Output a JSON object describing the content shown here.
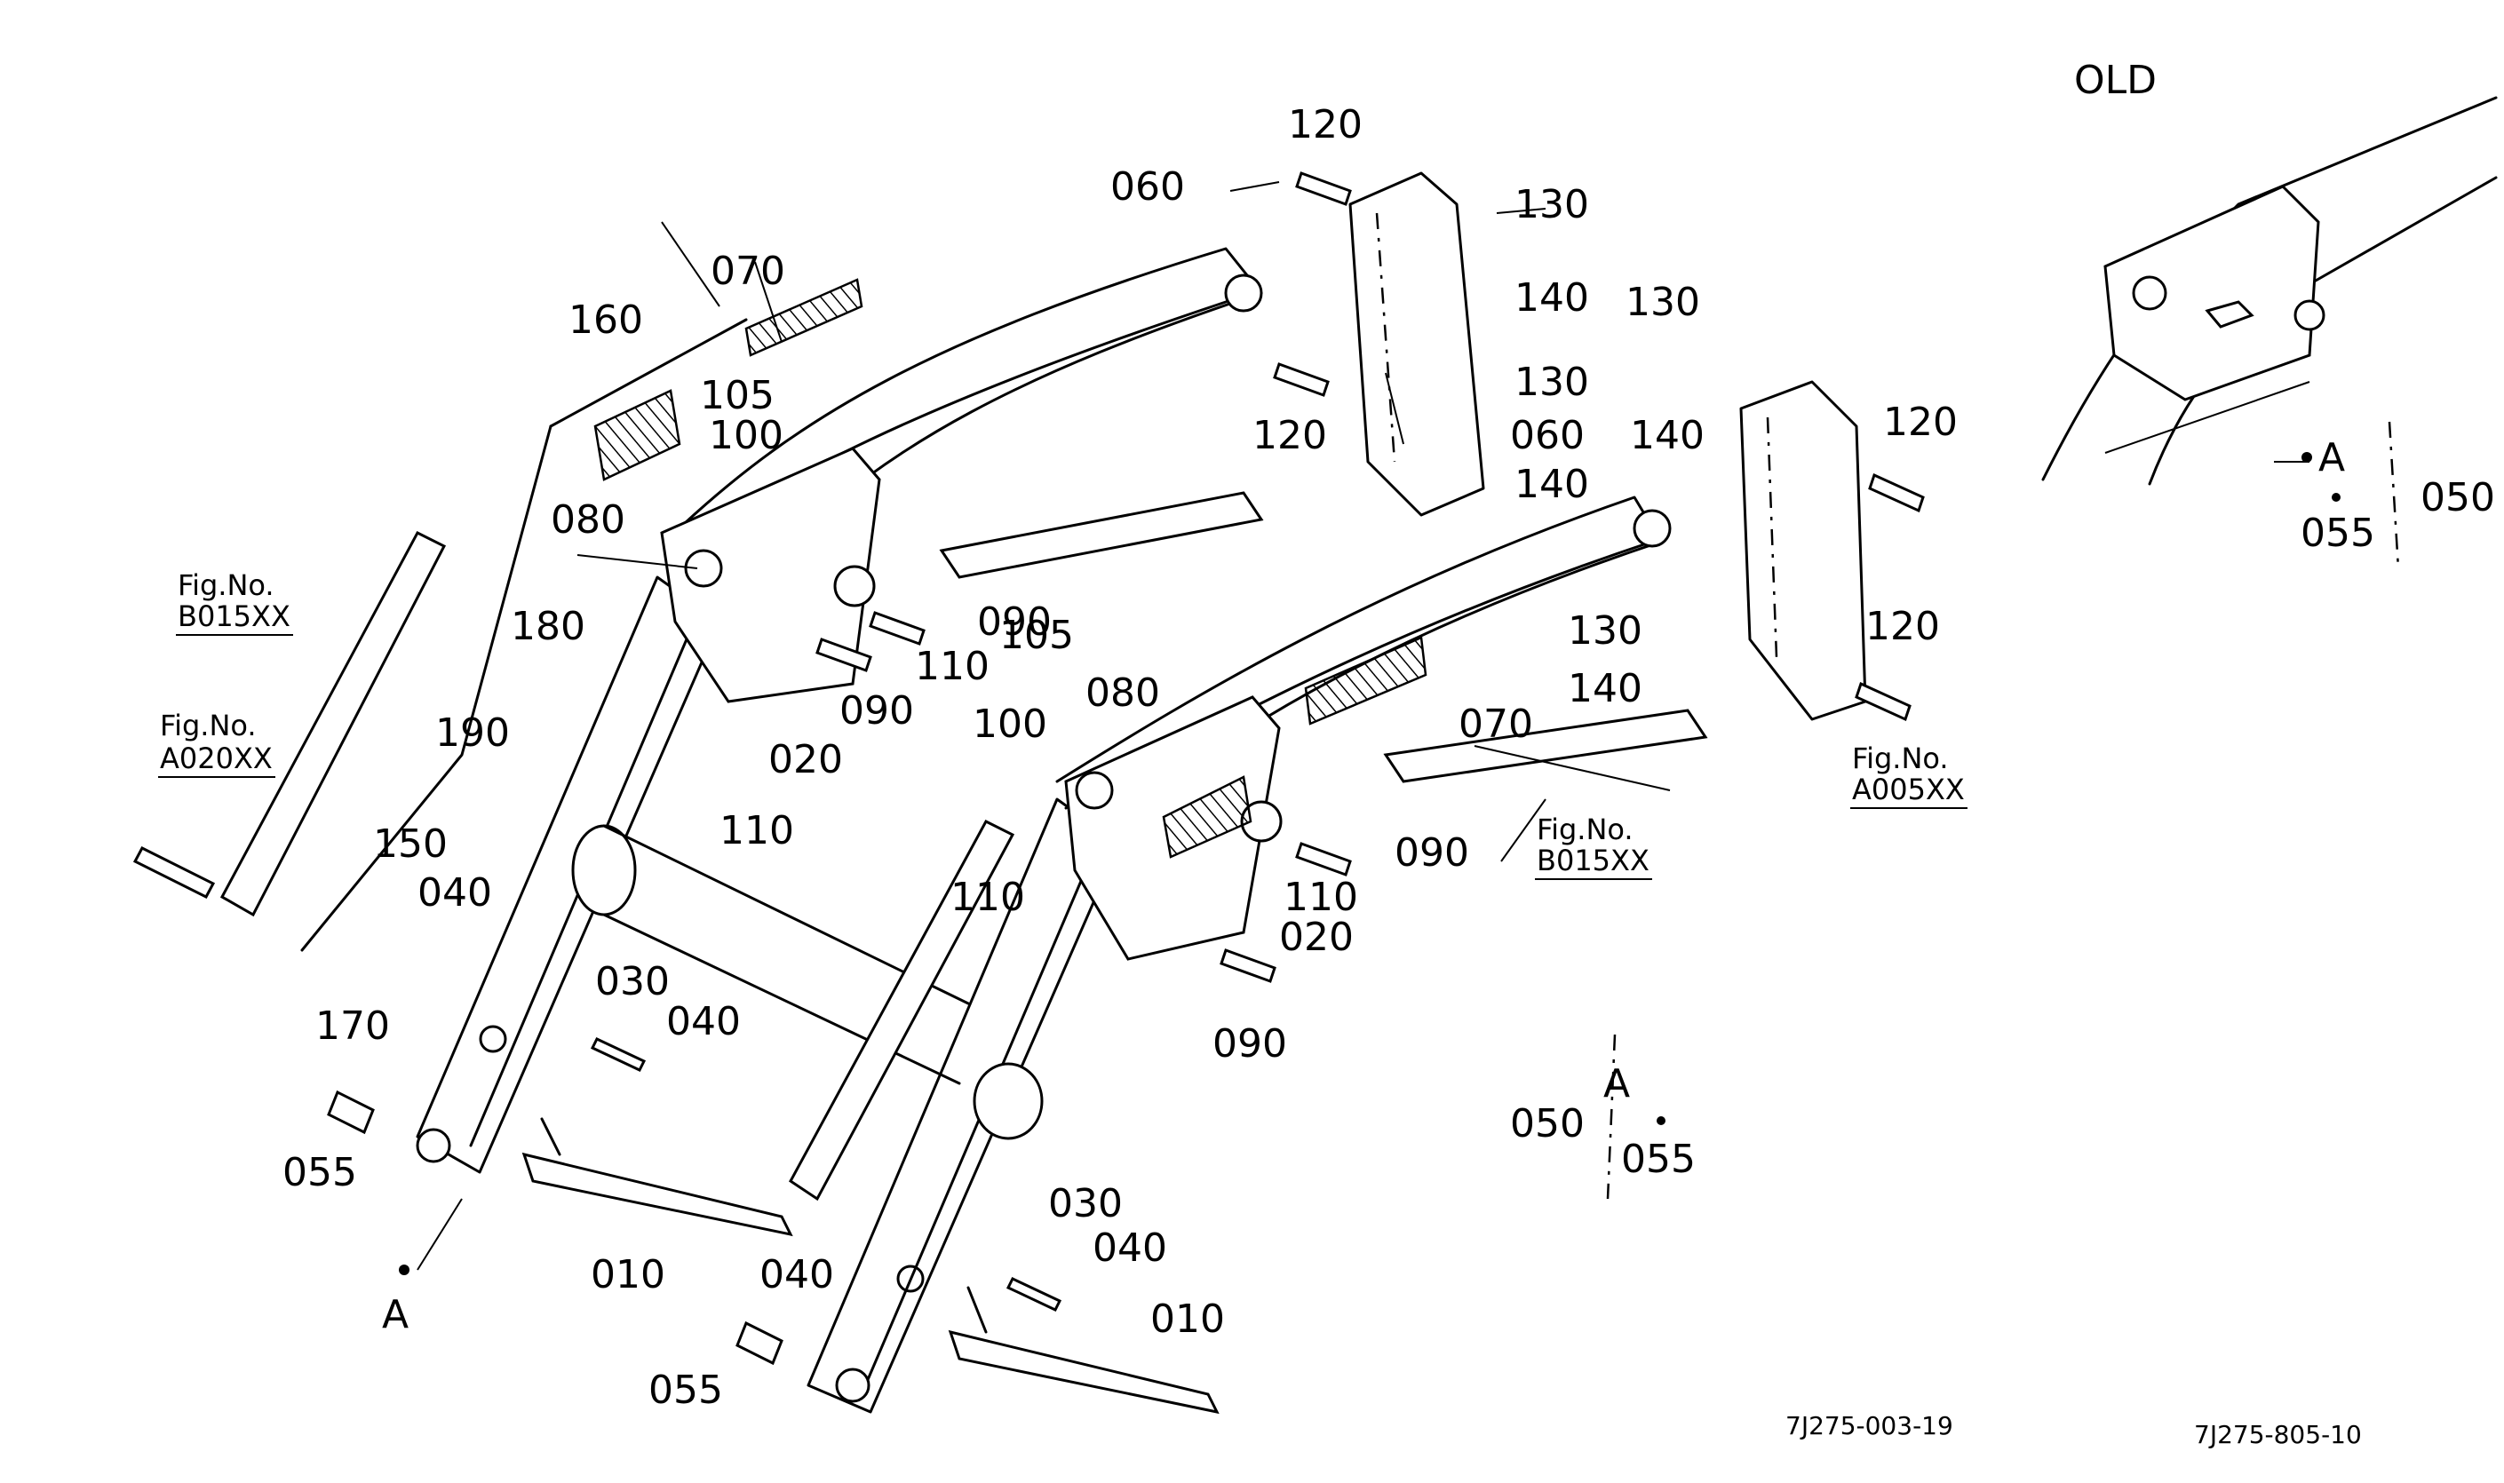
{
  "labels": {
    "p010": "010",
    "p020": "020",
    "p030": "030",
    "p040": "040",
    "p050": "050",
    "p055": "055",
    "p060": "060",
    "p070": "070",
    "p080": "080",
    "p090": "090",
    "p100": "100",
    "p105": "105",
    "p110": "110",
    "p120": "120",
    "p130": "130",
    "p140": "140",
    "p150": "150",
    "p160": "160",
    "p170": "170",
    "p180": "180",
    "p190": "190",
    "point_a": "A",
    "old": "OLD"
  },
  "refs": {
    "fig_prefix": "Fig.No.",
    "b015xx": "B015XX",
    "a020xx": "A020XX",
    "a005xx": "A005XX"
  },
  "codes": {
    "main": "7J275-003-19",
    "old": "7J275-805-10"
  }
}
